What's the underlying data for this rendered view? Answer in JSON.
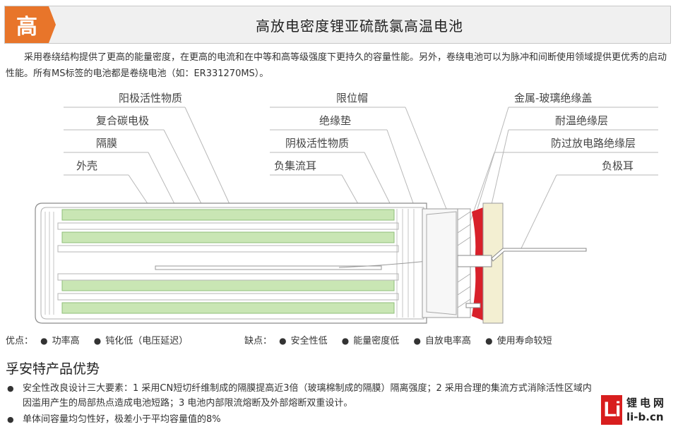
{
  "header": {
    "badge": "高",
    "title": "高放电密度锂亚硫酰氯高温电池"
  },
  "intro": "采用卷绕结构提供了更高的能量密度，在更高的电流和在中等和高等级强度下更持久的容量性能。另外，卷绕电池可以为脉冲和间断使用领域提供更优秀的启动性能。所有MS标签的电池都是卷绕电池（如：ER331270MS）。",
  "diagram": {
    "labels": [
      "阳极活性物质",
      "复合碳电极",
      "隔膜",
      "外壳",
      "限位帽",
      "绝缘垫",
      "阴极活性物质",
      "负集流耳",
      "金属-玻璃绝缘盖",
      "耐温绝缘层",
      "防过放电路绝缘层",
      "负极耳"
    ],
    "colors": {
      "electrode": "#c9e6b4",
      "seal": "#d8202a",
      "cap": "#f3efd2",
      "line": "#9a9a9a"
    }
  },
  "pros": {
    "label": "优点：",
    "items": [
      "功率高",
      "钝化低（电压延迟）"
    ]
  },
  "cons": {
    "label": "缺点：",
    "items": [
      "安全性低",
      "能量密度低",
      "自放电率高",
      "使用寿命较短"
    ]
  },
  "advantages": {
    "title": "孚安特产品优势",
    "items": [
      "安全性改良设计三大要素：1 采用CN短切纤维制成的隔膜提高近3倍（玻璃棉制成的隔膜）隔离强度；2 采用合理的集流方式消除活性区域内因滥用产生的局部热点造成电池短路；3 电池内部限流熔断及外部熔断双重设计。",
      "单体间容量均匀性好，极差小于平均容量值的8%"
    ]
  },
  "logo": {
    "mark": "Li",
    "name": "锂电网",
    "url": "li-b.cn"
  }
}
